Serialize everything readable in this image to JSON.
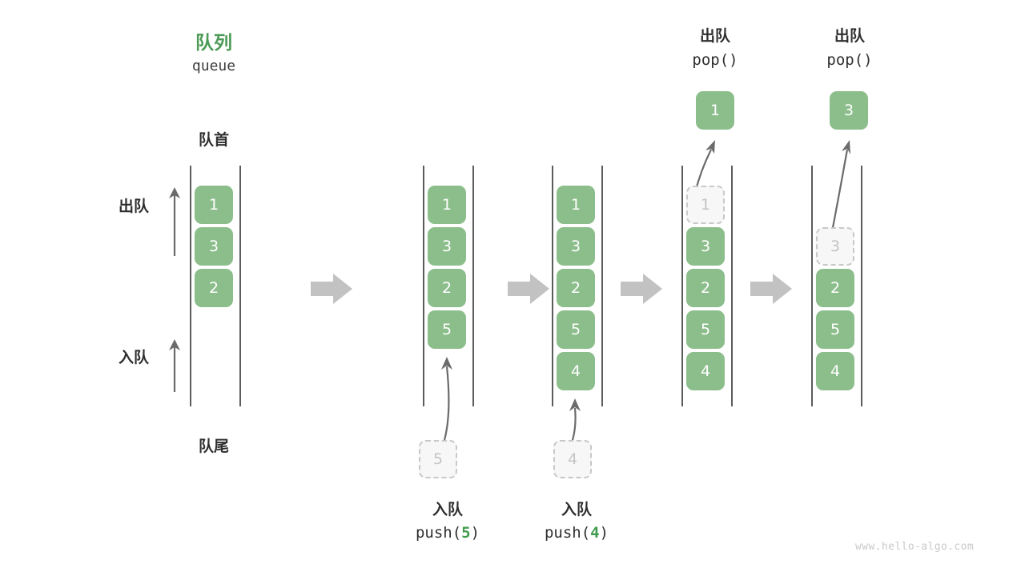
{
  "diagram": {
    "title_cn": "队列",
    "title_en": "queue",
    "front_label": "队首",
    "rear_label": "队尾",
    "dequeue_side_label": "出队",
    "enqueue_side_label": "入队",
    "watermark": "www.hello-algo.com"
  },
  "colors": {
    "accent_green": "#4c9a55",
    "cell_green": "#8cbe8c",
    "cell_text": "#ffffff",
    "ghost_fill": "#f7f7f7",
    "ghost_border": "#c8c8c8",
    "ghost_text": "#c4c4c4",
    "rail": "#5c5c5c",
    "arrow_gray": "#c2c2c2",
    "text_dark": "#2f2f2f",
    "watermark": "#c9c9c9"
  },
  "steps": [
    {
      "id": "initial",
      "op_cn": "",
      "op_code": "",
      "op_arg": "",
      "header_cn": "",
      "header_code": "",
      "cells": [
        {
          "value": "1",
          "state": "filled"
        },
        {
          "value": "3",
          "state": "filled"
        },
        {
          "value": "2",
          "state": "filled"
        }
      ],
      "incoming": null,
      "outgoing": null
    },
    {
      "id": "push-5",
      "op_cn": "入队",
      "op_code_prefix": "push(",
      "op_arg": "5",
      "op_code_suffix": ")",
      "header_cn": "",
      "header_code": "",
      "cells": [
        {
          "value": "1",
          "state": "filled"
        },
        {
          "value": "3",
          "state": "filled"
        },
        {
          "value": "2",
          "state": "filled"
        },
        {
          "value": "5",
          "state": "filled"
        }
      ],
      "incoming": {
        "value": "5",
        "state": "ghost"
      },
      "outgoing": null
    },
    {
      "id": "push-4",
      "op_cn": "入队",
      "op_code_prefix": "push(",
      "op_arg": "4",
      "op_code_suffix": ")",
      "header_cn": "",
      "header_code": "",
      "cells": [
        {
          "value": "1",
          "state": "filled"
        },
        {
          "value": "3",
          "state": "filled"
        },
        {
          "value": "2",
          "state": "filled"
        },
        {
          "value": "5",
          "state": "filled"
        },
        {
          "value": "4",
          "state": "filled"
        }
      ],
      "incoming": {
        "value": "4",
        "state": "ghost"
      },
      "outgoing": null
    },
    {
      "id": "pop-1",
      "op_cn": "",
      "op_code": "",
      "header_cn": "出队",
      "header_code": "pop()",
      "cells": [
        {
          "value": "1",
          "state": "ghost"
        },
        {
          "value": "3",
          "state": "filled"
        },
        {
          "value": "2",
          "state": "filled"
        },
        {
          "value": "5",
          "state": "filled"
        },
        {
          "value": "4",
          "state": "filled"
        }
      ],
      "incoming": null,
      "outgoing": {
        "value": "1",
        "state": "filled"
      }
    },
    {
      "id": "pop-3",
      "op_cn": "",
      "op_code": "",
      "header_cn": "出队",
      "header_code": "pop()",
      "cells": [
        {
          "value": "",
          "state": "empty"
        },
        {
          "value": "3",
          "state": "ghost"
        },
        {
          "value": "2",
          "state": "filled"
        },
        {
          "value": "5",
          "state": "filled"
        },
        {
          "value": "4",
          "state": "filled"
        }
      ],
      "incoming": null,
      "outgoing": {
        "value": "3",
        "state": "filled"
      }
    }
  ]
}
